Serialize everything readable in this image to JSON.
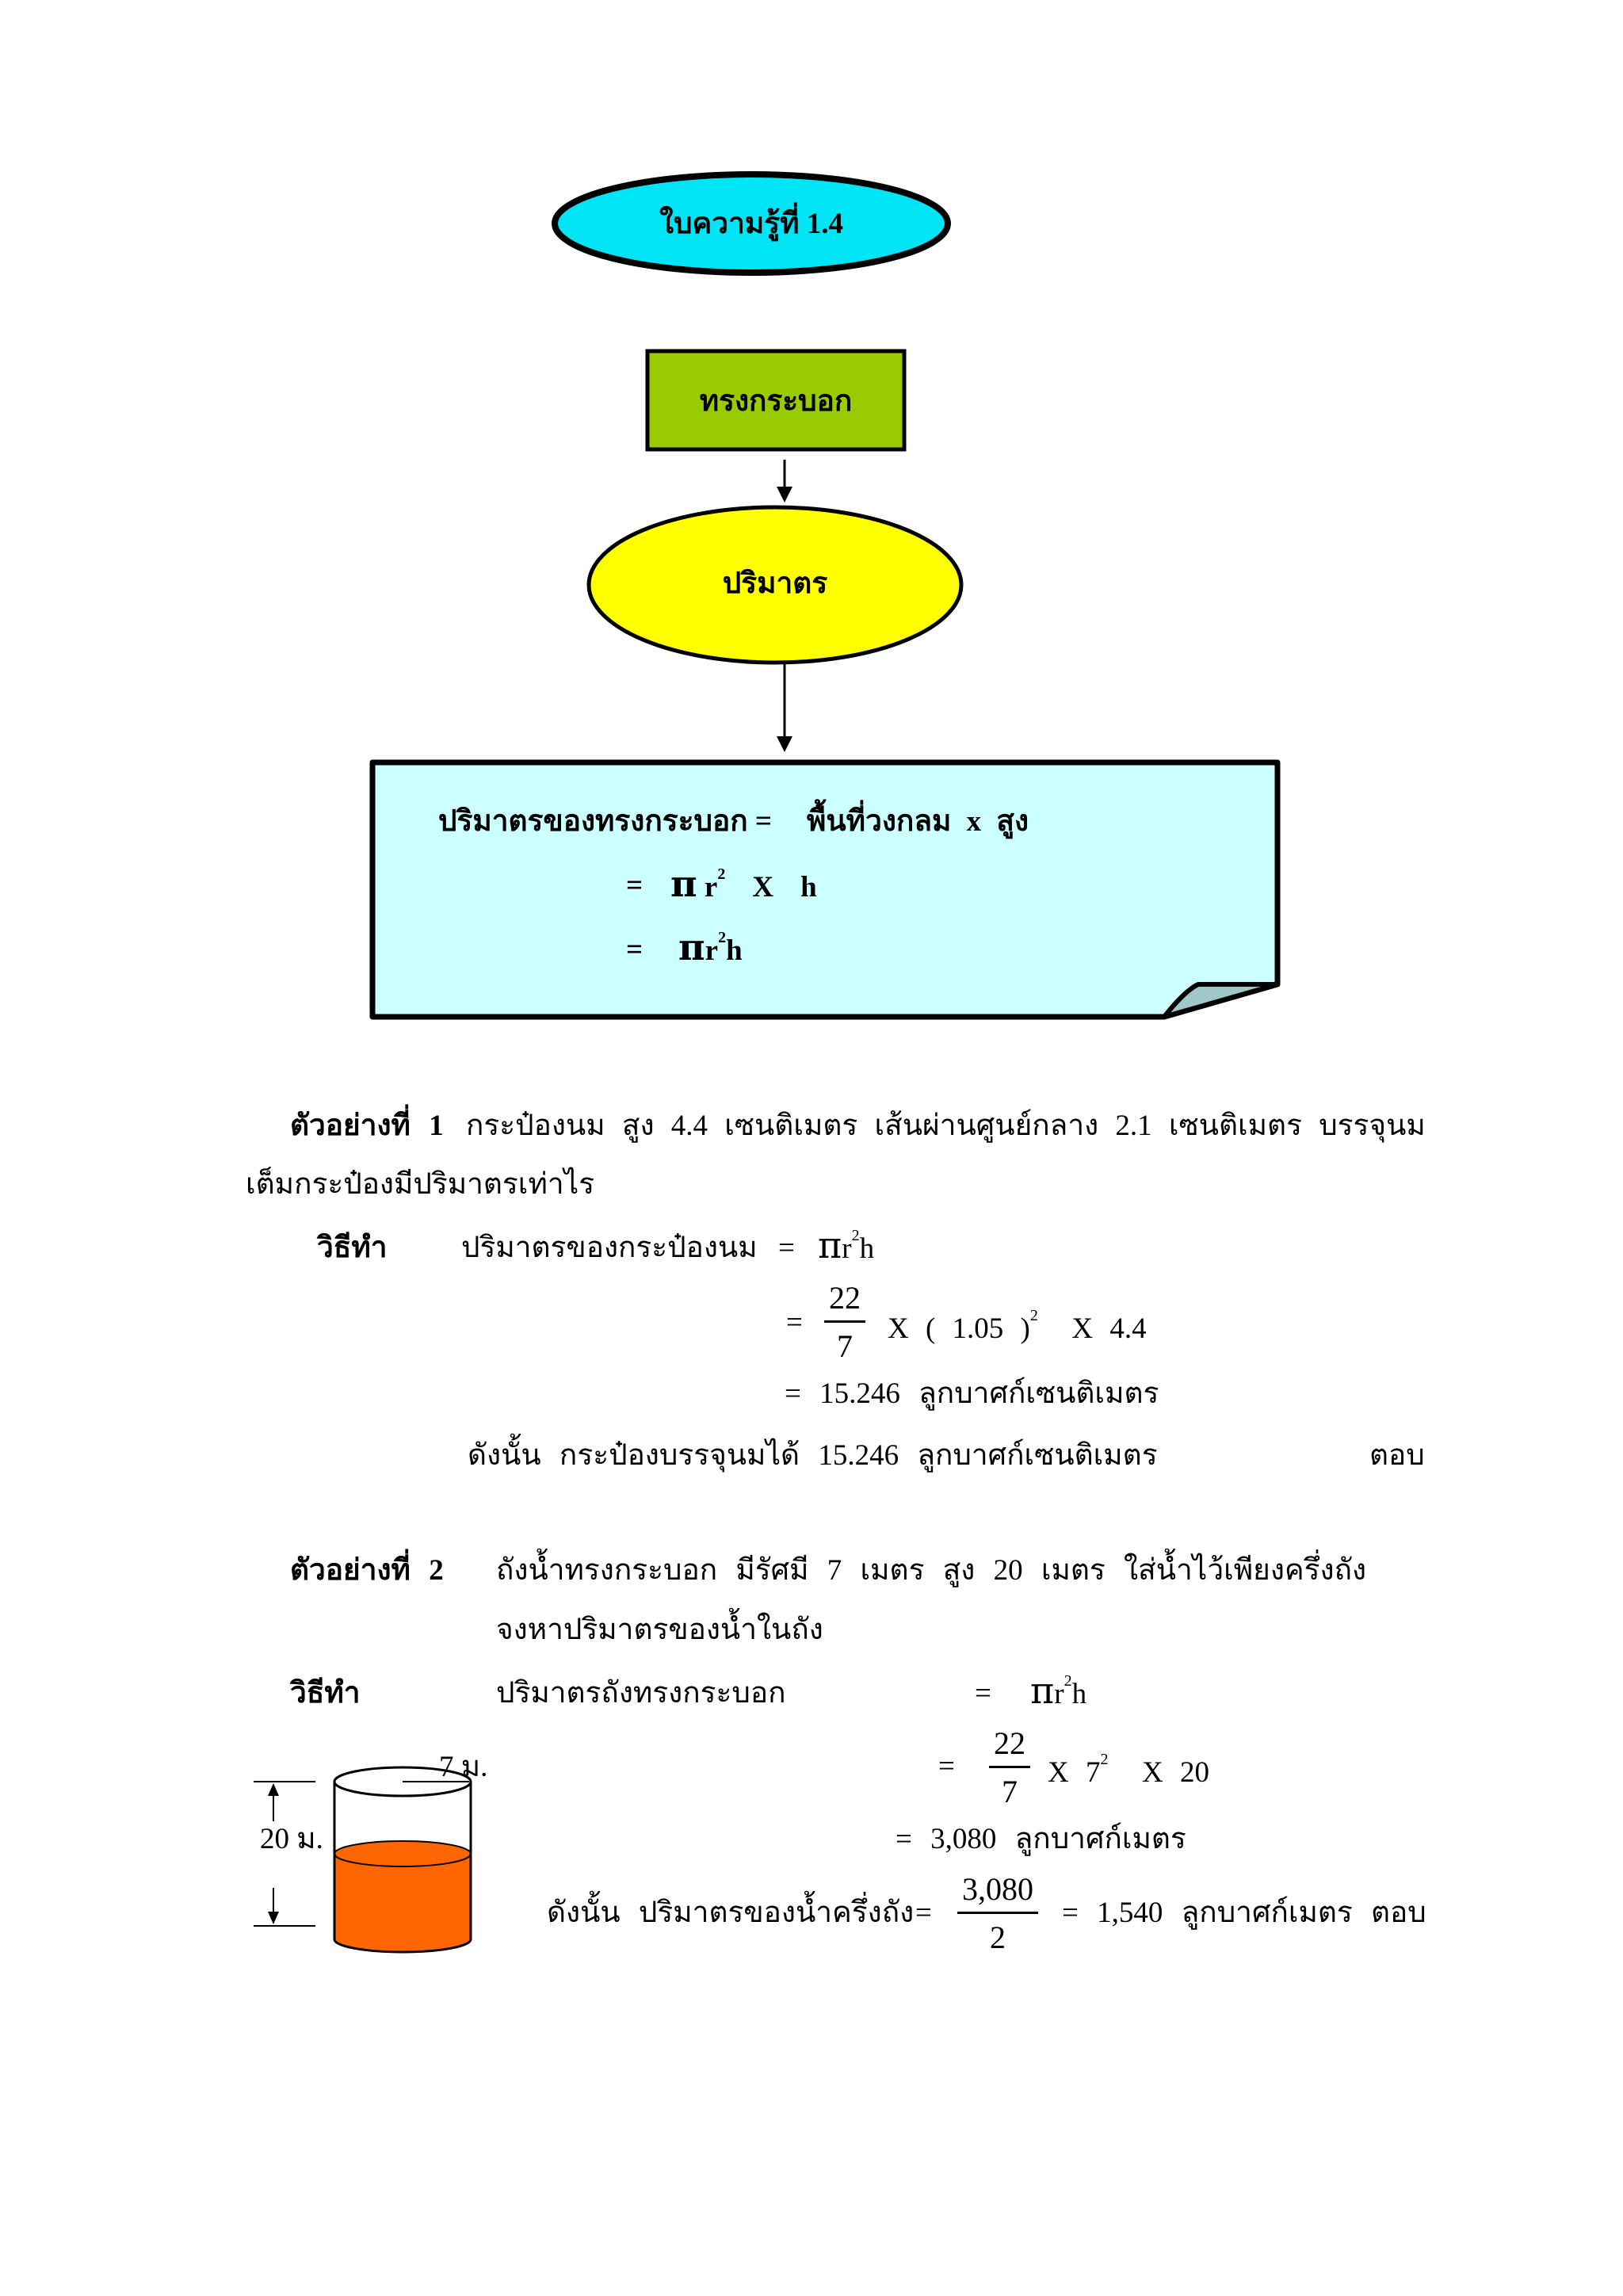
{
  "header": {
    "sheet_title": "ใบความรู้ที่ 1.4",
    "topic": "ทรงกระบอก",
    "subtopic": "ปริมาตร"
  },
  "formula_box": {
    "line1_left": "ปริมาตรของทรงกระบอก =",
    "line1_right": "พื้นที่วงกลม x สูง",
    "line2_eq": "=",
    "line2_pi": "π",
    "line2_r": "r",
    "line2_exp": "2",
    "line2_times": "X",
    "line2_h": "h",
    "line3_eq": "=",
    "line3_pi": "π",
    "line3_r": "r",
    "line3_exp": "2",
    "line3_h": "h"
  },
  "example1": {
    "label": "ตัวอย่างที่ 1",
    "question_line1": "กระป๋องนม สูง 4.4 เซนติเมตร เส้นผ่านศูนย์กลาง 2.1 เซนติเมตร บรรจุนม",
    "question_line2": "เต็มกระป๋องมีปริมาตรเท่าไร",
    "method_label": "วิธีทำ",
    "step1_left": "ปริมาตรของกระป๋องนม",
    "step1_eq": "=",
    "step1_pi": "π",
    "step1_r": "r",
    "step1_exp": "2",
    "step1_h": "h",
    "step2_eq": "=",
    "step2_num": "22",
    "step2_den": "7",
    "step2_rest": "X ( 1.05 )",
    "step2_exp": "2",
    "step2_tail": "X 4.4",
    "step3": "= 15.246 ลูกบาศก์เซนติเมตร",
    "conclusion": "ดังนั้น กระป๋องบรรจุนมได้ 15.246 ลูกบาศก์เซนติเมตร",
    "answer": "ตอบ"
  },
  "example2": {
    "label": "ตัวอย่างที่ 2",
    "question_line1": "ถังน้ำทรงกระบอก มีรัศมี 7 เมตร สูง 20 เมตร ใส่น้ำไว้เพียงครึ่งถัง",
    "question_line2": "จงหาปริมาตรของน้ำในถัง",
    "method_label": "วิธีทำ",
    "step1_left": "ปริมาตรถังทรงกระบอก",
    "step1_eq": "=",
    "step1_pi": "π",
    "step1_r": "r",
    "step1_exp": "2",
    "step1_h": "h",
    "step2_eq": "=",
    "step2_num": "22",
    "step2_den": "7",
    "step2_rest": "X 7",
    "step2_exp": "2",
    "step2_tail": "X 20",
    "step3": "= 3,080 ลูกบาศก์เมตร",
    "conclusion_left": "ดังนั้น ปริมาตรของน้ำครึ่งถัง",
    "conclusion_eq": "=",
    "conclusion_num": "3,080",
    "conclusion_den": "2",
    "conclusion_result": "= 1,540 ลูกบาศก์เมตร ตอบ",
    "figure_radius_label": "7 ม.",
    "figure_height_label": "20 ม."
  },
  "colors": {
    "title_oval": "#00e5f5",
    "topic_box": "#99cc00",
    "subtopic_oval": "#ffff00",
    "formula_note": "#ccffff",
    "water": "#ff6600"
  }
}
